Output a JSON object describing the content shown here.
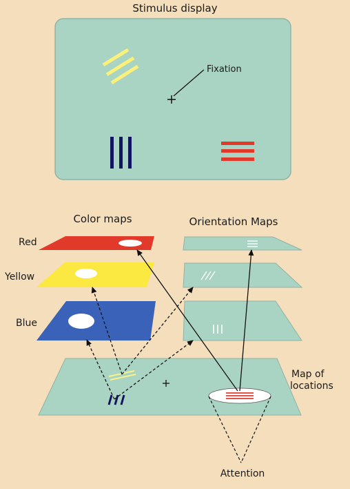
{
  "colors": {
    "background": "#f5debb",
    "panel": "#a9d3c3",
    "panel_border": "#8fb3a6",
    "red": "#e13a2b",
    "yellow": "#fbe840",
    "blue": "#3a62b8",
    "navy": "#11145e",
    "arrow": "#111111",
    "highlight_yellow": "#f7f28a"
  },
  "stimulus": {
    "title": "Stimulus display",
    "fixation_label": "Fixation"
  },
  "headers": {
    "color_maps": "Color maps",
    "orientation_maps": "Orientation Maps"
  },
  "color_map_labels": {
    "red": "Red",
    "yellow": "Yellow",
    "blue": "Blue"
  },
  "location_map": {
    "label_line1": "Map of",
    "label_line2": "locations"
  },
  "attention_label": "Attention"
}
